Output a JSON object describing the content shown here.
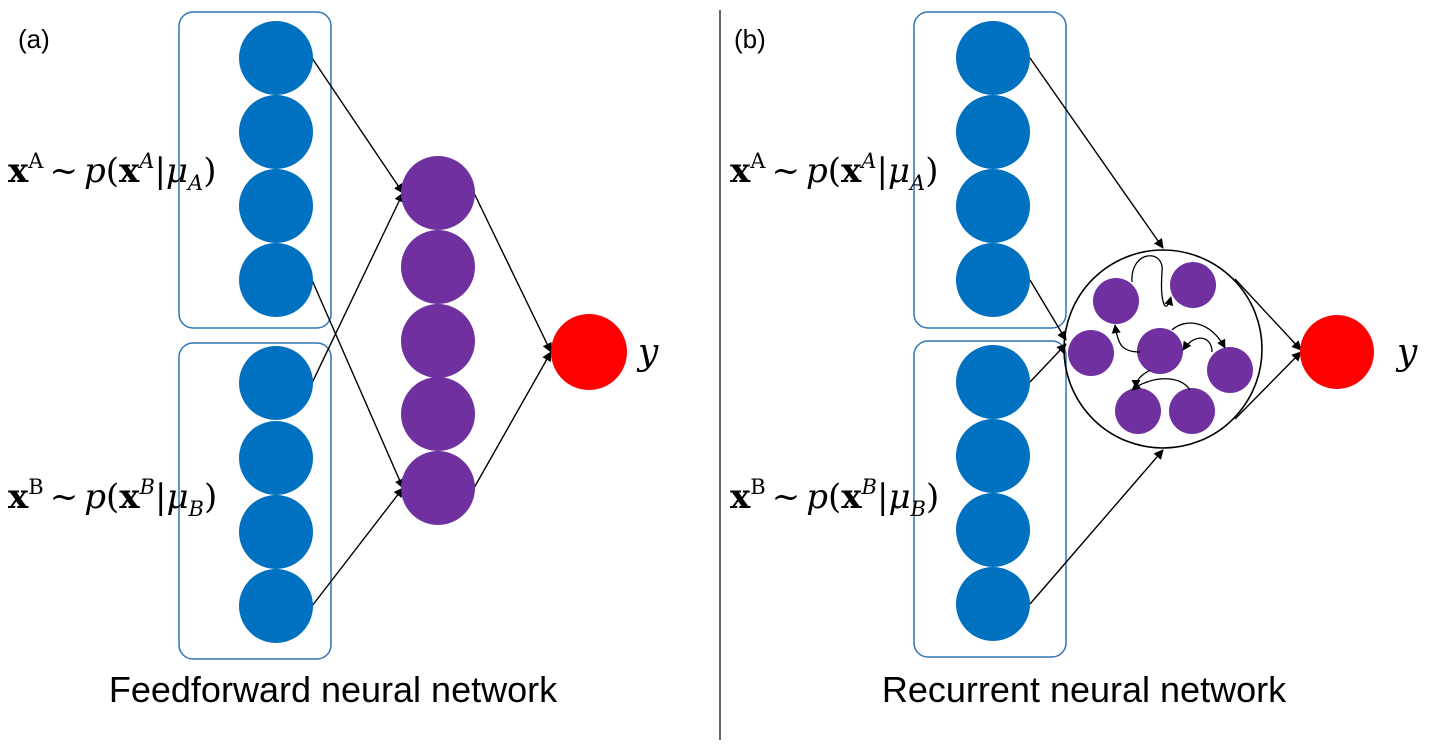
{
  "panels": {
    "a": {
      "label": "(a)",
      "caption": "Feedforward neural network",
      "input_a_label": {
        "var": "x",
        "var_sup": "A",
        "sim": "~",
        "p": "p",
        "cond_var": "x",
        "cond_sup": "A",
        "bar": "|",
        "mu": "μ",
        "mu_sub": "A"
      },
      "input_b_label": {
        "var": "x",
        "var_sup": "B",
        "sim": "~",
        "p": "p",
        "cond_var": "x",
        "cond_sup": "B",
        "bar": "|",
        "mu": "μ",
        "mu_sub": "B"
      },
      "output_label": "y"
    },
    "b": {
      "label": "(b)",
      "caption": "Recurrent neural network",
      "input_a_label": {
        "var": "x",
        "var_sup": "A",
        "sim": "~",
        "p": "p",
        "cond_var": "x",
        "cond_sup": "A",
        "bar": "|",
        "mu": "μ",
        "mu_sub": "A"
      },
      "input_b_label": {
        "var": "x",
        "var_sup": "B",
        "sim": "~",
        "p": "p",
        "cond_var": "x",
        "cond_sup": "B",
        "bar": "|",
        "mu": "μ",
        "mu_sub": "B"
      },
      "output_label": "y"
    }
  },
  "colors": {
    "input_node": "#0070c0",
    "hidden_node": "#7030a0",
    "output_node": "#ff0000",
    "group_box": "#2e75b6"
  }
}
